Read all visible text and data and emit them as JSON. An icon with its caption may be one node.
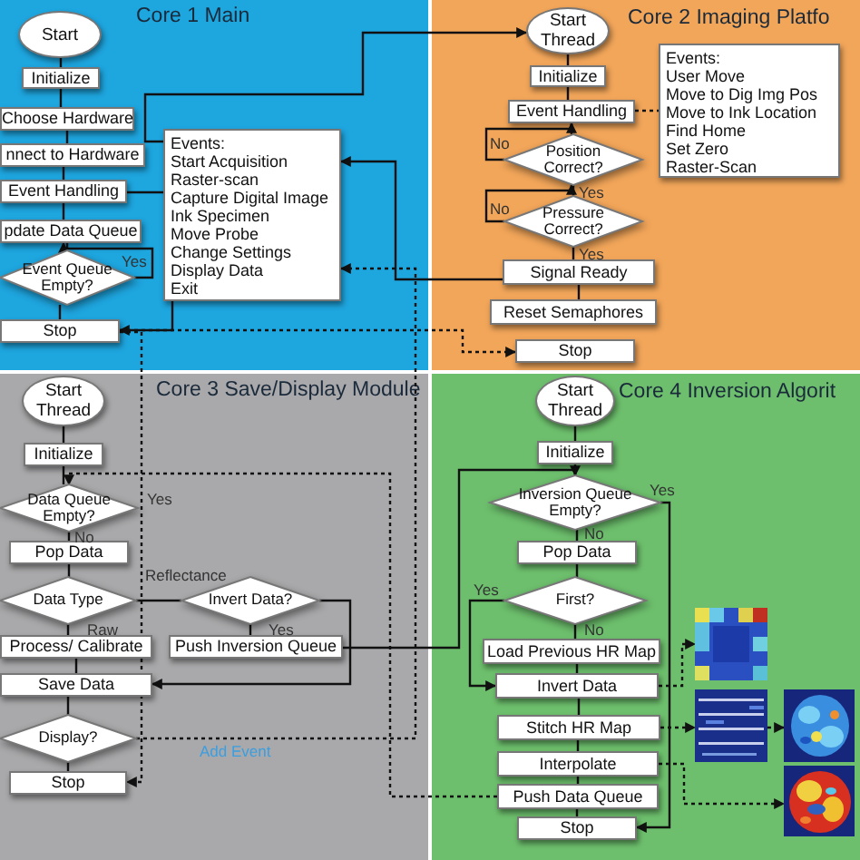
{
  "diagram": {
    "nodes": [
      {
        "text": [
          "Core 1 Main"
        ]
      },
      {
        "text": [
          "Start"
        ],
        "in": 0
      },
      {
        "text": [
          "Initialize"
        ],
        "in": 0
      },
      {
        "text": [
          "Choose Hardware"
        ],
        "in": 0
      },
      {
        "text": [
          "nnect to Hardware"
        ],
        "in": 0
      },
      {
        "text": [
          "Event Handling"
        ],
        "in": 0
      },
      {
        "text": [
          "pdate Data Queue"
        ],
        "in": 0
      },
      {
        "text": [
          "Event Queue Empty?"
        ],
        "in": 0
      },
      {
        "text": [
          "Stop"
        ],
        "in": 0
      },
      {
        "text": [
          "Events:",
          "Start Acquisition",
          "Raster-scan",
          "Capture Digital Image",
          "Ink Specimen",
          "Move Probe",
          "Change Settings",
          "Display Data",
          "Exit"
        ],
        "in": 0
      },
      {
        "text": [
          "Core 2 Imaging Platfo"
        ]
      },
      {
        "text": [
          "Start Thread"
        ],
        "in": 10
      },
      {
        "text": [
          "Initialize"
        ],
        "in": 10
      },
      {
        "text": [
          "Event Handling"
        ],
        "in": 10
      },
      {
        "text": [
          "Events:",
          "User Move",
          "Move to Dig Img Pos",
          "Move to Ink Location",
          "Find Home",
          "Set Zero",
          "Raster-Scan"
        ],
        "in": 10
      },
      {
        "text": [
          "Position Correct?"
        ],
        "in": 10
      },
      {
        "text": [
          "Pressure Correct?"
        ],
        "in": 10
      },
      {
        "text": [
          "Signal Ready"
        ],
        "in": 10
      },
      {
        "text": [
          "Reset Semaphores"
        ],
        "in": 10
      },
      {
        "text": [
          "Stop"
        ],
        "in": 10
      },
      {
        "text": [
          "Core 3 Save/Display Module"
        ]
      },
      {
        "text": [
          "Start Thread"
        ],
        "in": 20
      },
      {
        "text": [
          "Initialize"
        ],
        "in": 20
      },
      {
        "text": [
          "Data Queue Empty?"
        ],
        "in": 20,
        "beside": [
          "Yes"
        ]
      },
      {
        "text": [
          "Pop Data"
        ],
        "in": 20
      },
      {
        "text": [
          "Data Type"
        ],
        "in": 20
      },
      {
        "text": [
          "Invert Data?"
        ],
        "in": 20
      },
      {
        "text": [
          "Process/ Calibrate"
        ],
        "in": 20
      },
      {
        "text": [
          "Push Inversion Queue"
        ],
        "in": 20
      },
      {
        "text": [
          "Save Data"
        ],
        "in": 20
      },
      {
        "text": [
          "Display?"
        ],
        "in": 20
      },
      {
        "text": [
          "Stop"
        ],
        "in": 20
      },
      {
        "text": [
          "Core 4 Inversion Algorit"
        ]
      },
      {
        "text": [
          "Start Thread"
        ],
        "in": 32
      },
      {
        "text": [
          "Initialize"
        ],
        "in": 32
      },
      {
        "text": [
          "Inversion Queue Empty?"
        ],
        "in": 32
      },
      {
        "text": [
          "Pop Data"
        ],
        "in": 32
      },
      {
        "text": [
          "First?"
        ],
        "in": 32
      },
      {
        "text": [
          "Load Previous HR Map"
        ],
        "in": 32
      },
      {
        "text": [
          "Invert Data"
        ],
        "in": 32
      },
      {
        "text": [
          "Stitch HR Map"
        ],
        "in": 32
      },
      {
        "text": [
          "Interpolate"
        ],
        "in": 32
      },
      {
        "text": [
          "Push Data Queue"
        ],
        "in": 32
      },
      {
        "text": [
          "Stop"
        ],
        "in": 32
      },
      {
        "text": [],
        "shape": "picture",
        "in": 32
      },
      {
        "text": [],
        "shape": "picture",
        "in": 32
      },
      {
        "text": [],
        "shape": "picture",
        "in": 32
      },
      {
        "text": [],
        "shape": "picture",
        "in": 32
      }
    ],
    "edges": [
      {
        "from": 1,
        "to": 2,
        "arrow": "none"
      },
      {
        "from": 2,
        "to": 3,
        "arrow": "none"
      },
      {
        "from": 3,
        "to": 4,
        "arrow": "none"
      },
      {
        "from": 4,
        "to": 5,
        "arrow": "none"
      },
      {
        "from": 5,
        "to": 6,
        "arrow": "none"
      },
      {
        "from": 6,
        "to": 7,
        "arrow": "none"
      },
      {
        "from": 7,
        "to": 6,
        "arrow": "to",
        "label": "Yes"
      },
      {
        "from": 7,
        "to": 8,
        "arrow": "none"
      },
      {
        "from": 5,
        "to": 9,
        "arrow": "none"
      },
      {
        "from": 9,
        "to": 8,
        "arrow": "to"
      },
      {
        "from": 9,
        "to": 11,
        "arrow": "to"
      },
      {
        "from": 17,
        "to": 9,
        "arrow": "to"
      },
      {
        "from": 8,
        "to": 19,
        "arrow": "to",
        "style": "dashed"
      },
      {
        "from": 8,
        "to": 31,
        "arrow": "to",
        "style": "dashed"
      },
      {
        "from": 11,
        "to": 12,
        "arrow": "none"
      },
      {
        "from": 12,
        "to": 13,
        "arrow": "none"
      },
      {
        "from": 13,
        "to": 14,
        "arrow": "none",
        "style": "dashed"
      },
      {
        "from": 13,
        "to": 15,
        "arrow": "none"
      },
      {
        "from": 15,
        "to": 13,
        "arrow": "to",
        "label": "No"
      },
      {
        "from": 15,
        "to": 16,
        "arrow": "none",
        "label": "Yes"
      },
      {
        "from": 16,
        "to": 15,
        "arrow": "to",
        "label": "No"
      },
      {
        "from": 16,
        "to": 17,
        "arrow": "none",
        "label": "Yes"
      },
      {
        "from": 17,
        "to": 18,
        "arrow": "none"
      },
      {
        "from": 21,
        "to": 22,
        "arrow": "none"
      },
      {
        "from": 22,
        "to": 23,
        "arrow": "none"
      },
      {
        "from": 23,
        "to": 24,
        "arrow": "none",
        "label": "No"
      },
      {
        "from": 24,
        "to": 25,
        "arrow": "none"
      },
      {
        "from": 25,
        "to": 26,
        "arrow": "none",
        "label": "Reflectance"
      },
      {
        "from": 25,
        "to": 27,
        "arrow": "none",
        "label": "Raw"
      },
      {
        "from": 26,
        "to": 28,
        "arrow": "none",
        "label": "Yes"
      },
      {
        "from": 26,
        "to": 29,
        "arrow": "to"
      },
      {
        "from": 27,
        "to": 29,
        "arrow": "none"
      },
      {
        "from": 29,
        "to": 30,
        "arrow": "none"
      },
      {
        "from": 30,
        "to": 31,
        "arrow": "none"
      },
      {
        "from": 30,
        "to": 9,
        "arrow": "to",
        "style": "dashed",
        "label": "Add Event"
      },
      {
        "from": 28,
        "to": 35,
        "arrow": "to"
      },
      {
        "from": 42,
        "to": 23,
        "arrow": "to",
        "style": "dashed"
      },
      {
        "from": 33,
        "to": 34,
        "arrow": "none"
      },
      {
        "from": 34,
        "to": 35,
        "arrow": "none"
      },
      {
        "from": 35,
        "to": 36,
        "arrow": "none",
        "label": "No"
      },
      {
        "from": 35,
        "to": 43,
        "arrow": "to",
        "label": "Yes"
      },
      {
        "from": 36,
        "to": 37,
        "arrow": "none"
      },
      {
        "from": 37,
        "to": 38,
        "arrow": "none",
        "label": "No"
      },
      {
        "from": 37,
        "to": 39,
        "arrow": "to",
        "label": "Yes"
      },
      {
        "from": 38,
        "to": 39,
        "arrow": "none"
      },
      {
        "from": 39,
        "to": 40,
        "arrow": "none"
      },
      {
        "from": 40,
        "to": 41,
        "arrow": "none"
      },
      {
        "from": 41,
        "to": 42,
        "arrow": "none"
      },
      {
        "from": 42,
        "to": 43,
        "arrow": "none"
      },
      {
        "from": 39,
        "to": 44,
        "arrow": "to",
        "style": "dashed"
      },
      {
        "from": 40,
        "to": 45,
        "arrow": "to",
        "style": "dashed"
      },
      {
        "from": 45,
        "to": 46,
        "arrow": "to",
        "style": "dashed"
      },
      {
        "from": 41,
        "to": 47,
        "arrow": "to",
        "style": "dashed"
      }
    ]
  }
}
